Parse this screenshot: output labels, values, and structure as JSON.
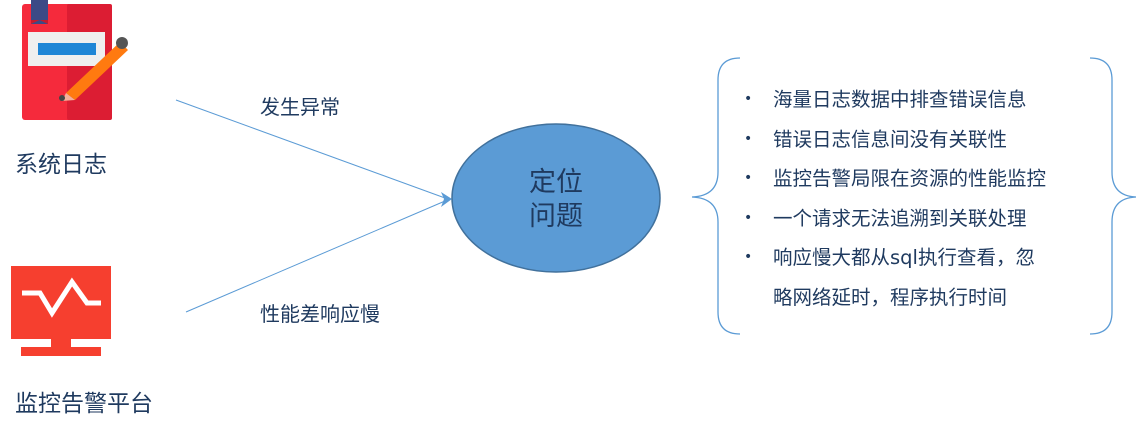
{
  "sources": [
    {
      "label": "系统日志",
      "icon": "notebook-pencil-icon"
    },
    {
      "label": "监控告警平台",
      "icon": "monitor-pulse-icon"
    }
  ],
  "edges": [
    {
      "label": "发生异常"
    },
    {
      "label": "性能差响应慢"
    }
  ],
  "center": {
    "line1": "定位",
    "line2": "问题"
  },
  "problems": [
    "海量日志数据中排查错误信息",
    "错误日志信息间没有关联性",
    "监控告警局限在资源的性能监控",
    "一个请求无法追溯到关联处理",
    "响应慢大都从sql执行查看，忽",
    "略网络延时，程序执行时间"
  ],
  "bullet_char": "•",
  "colors": {
    "ellipse": "#5b9bd5",
    "text": "#1f3a5f",
    "line": "#5b9bd5",
    "red": "#f4313f"
  }
}
